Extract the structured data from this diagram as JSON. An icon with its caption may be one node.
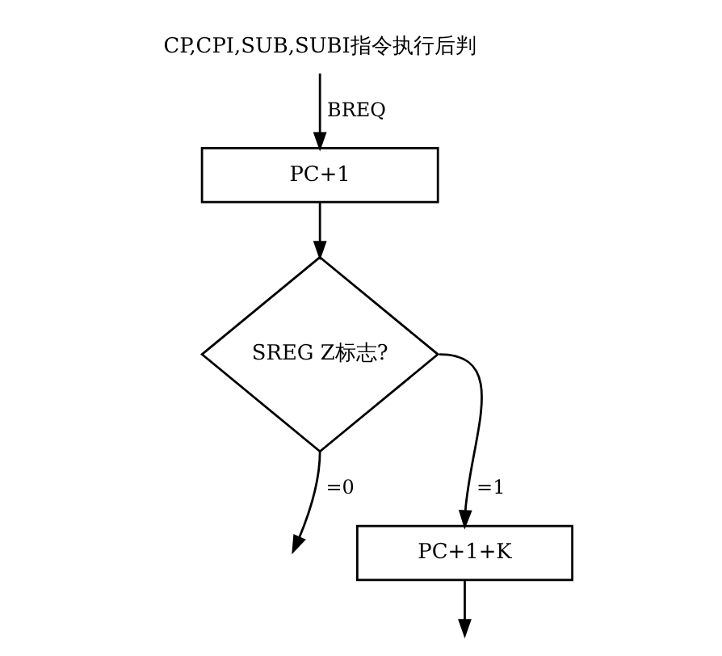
{
  "diagram": {
    "nodes": [
      {
        "text": [
          "CP,CPI,SUB,SUBI指令执行后判"
        ]
      },
      {
        "text": [
          "PC+1"
        ]
      },
      {
        "text": [
          "SREG Z标志?"
        ]
      },
      {
        "text": [
          "PC+1+K"
        ]
      }
    ],
    "edges": [
      {
        "from": 0,
        "to": 1,
        "arrow": "to",
        "label": "BREQ"
      },
      {
        "from": 1,
        "to": 2,
        "arrow": "to"
      },
      {
        "from": 2,
        "to": 3,
        "arrow": "to",
        "label": "=1"
      },
      {
        "from": 2,
        "to": null,
        "arrow": "to",
        "label": "=0"
      },
      {
        "from": 3,
        "to": null,
        "arrow": "to"
      }
    ]
  }
}
